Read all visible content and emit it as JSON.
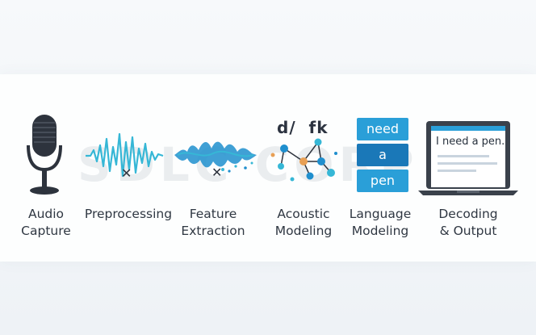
{
  "watermark": "SDLC CORP",
  "stages": [
    {
      "id": "audio-capture",
      "label": "Audio\nCapture",
      "icon": "microphone-icon"
    },
    {
      "id": "preprocessing",
      "label": "Preprocessing",
      "icon": "waveform-icon"
    },
    {
      "id": "feature-extraction",
      "label": "Feature\nExtraction",
      "icon": "spectral-waveform-icon"
    },
    {
      "id": "acoustic-modeling",
      "label": "Acoustic\nModeling",
      "icon": "phoneme-network-icon"
    },
    {
      "id": "language-modeling",
      "label": "Language\nModeling",
      "icon": "word-blocks-icon"
    },
    {
      "id": "decoding-output",
      "label": "Decoding\n& Output",
      "icon": "laptop-icon"
    }
  ],
  "acoustic": {
    "phonemes": "d/  fk"
  },
  "language": {
    "words": [
      "need",
      "a",
      "pen"
    ]
  },
  "output": {
    "text": "I need a pen."
  },
  "colors": {
    "accent_blue": "#1f8fce",
    "accent_cyan": "#36b7d6",
    "dark_icon": "#2d333d",
    "node_orange": "#e8a055"
  }
}
